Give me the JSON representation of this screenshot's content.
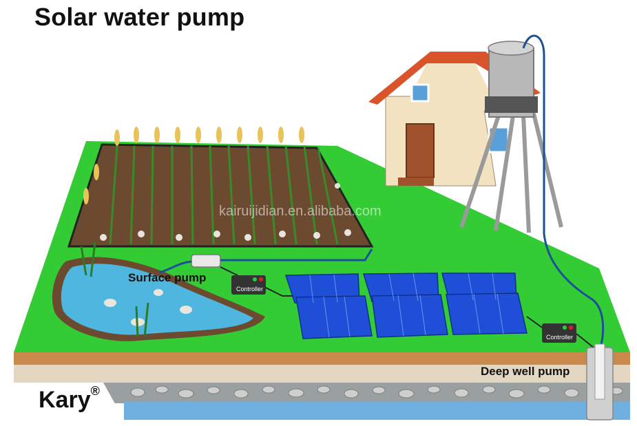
{
  "title": "Solar water pump",
  "watermark": "kairuijidian.en.alibaba.com",
  "brand": {
    "name": "Kary",
    "mark": "®"
  },
  "labels": {
    "surface_pump": "Surface pump",
    "deep_well_pump": "Deep well pump",
    "controller": "Controller"
  },
  "colors": {
    "grass": "#33cc33",
    "soil_top": "#c98a4b",
    "water": "#4fb6df",
    "solar_panel": "#1f4fd6",
    "roof": "#d9542a",
    "pipe": "#1b4f9a"
  }
}
